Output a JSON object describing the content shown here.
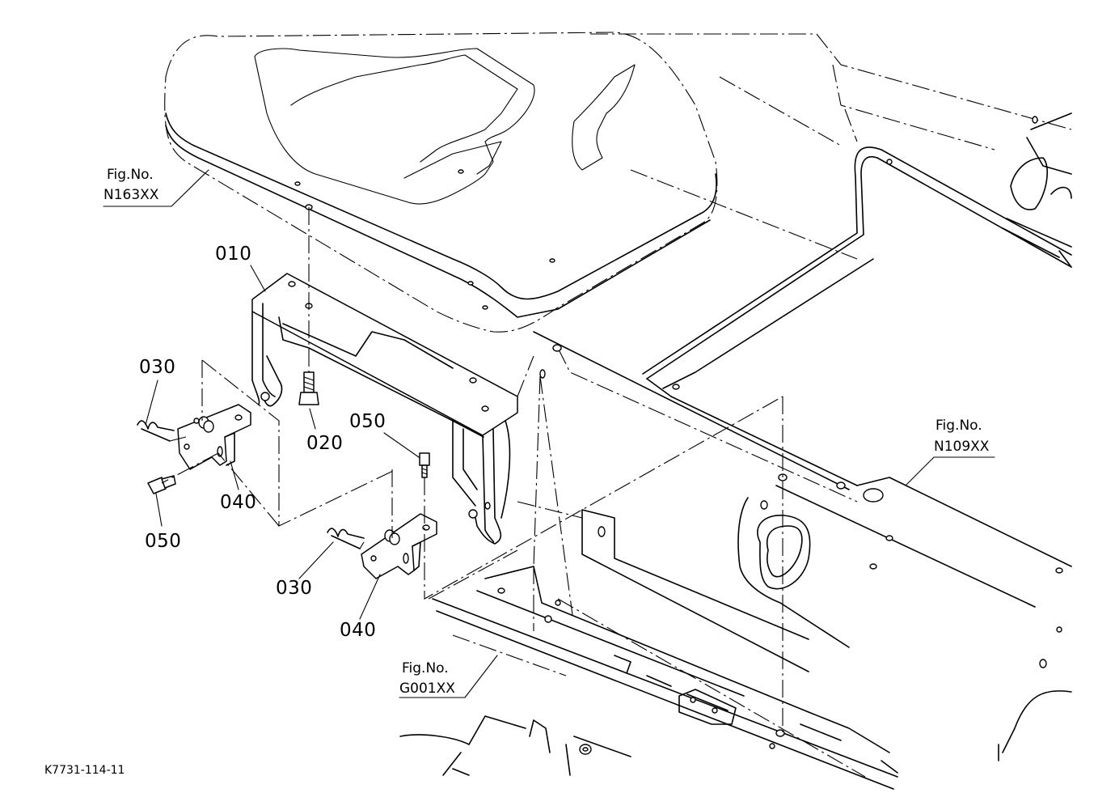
{
  "diagram": {
    "figure_code": "K7731-114-11",
    "part_labels": {
      "p010": "010",
      "p020": "020",
      "p030_top": "030",
      "p030_bottom": "030",
      "p040_top": "040",
      "p040_bottom": "040",
      "p050_left": "050",
      "p050_center": "050"
    },
    "fig_refs": {
      "seat": {
        "caption": "Fig.No.",
        "code": "N163XX"
      },
      "frame": {
        "caption": "Fig.No.",
        "code": "N109XX"
      },
      "floor": {
        "caption": "Fig.No.",
        "code": "G001XX"
      }
    }
  }
}
